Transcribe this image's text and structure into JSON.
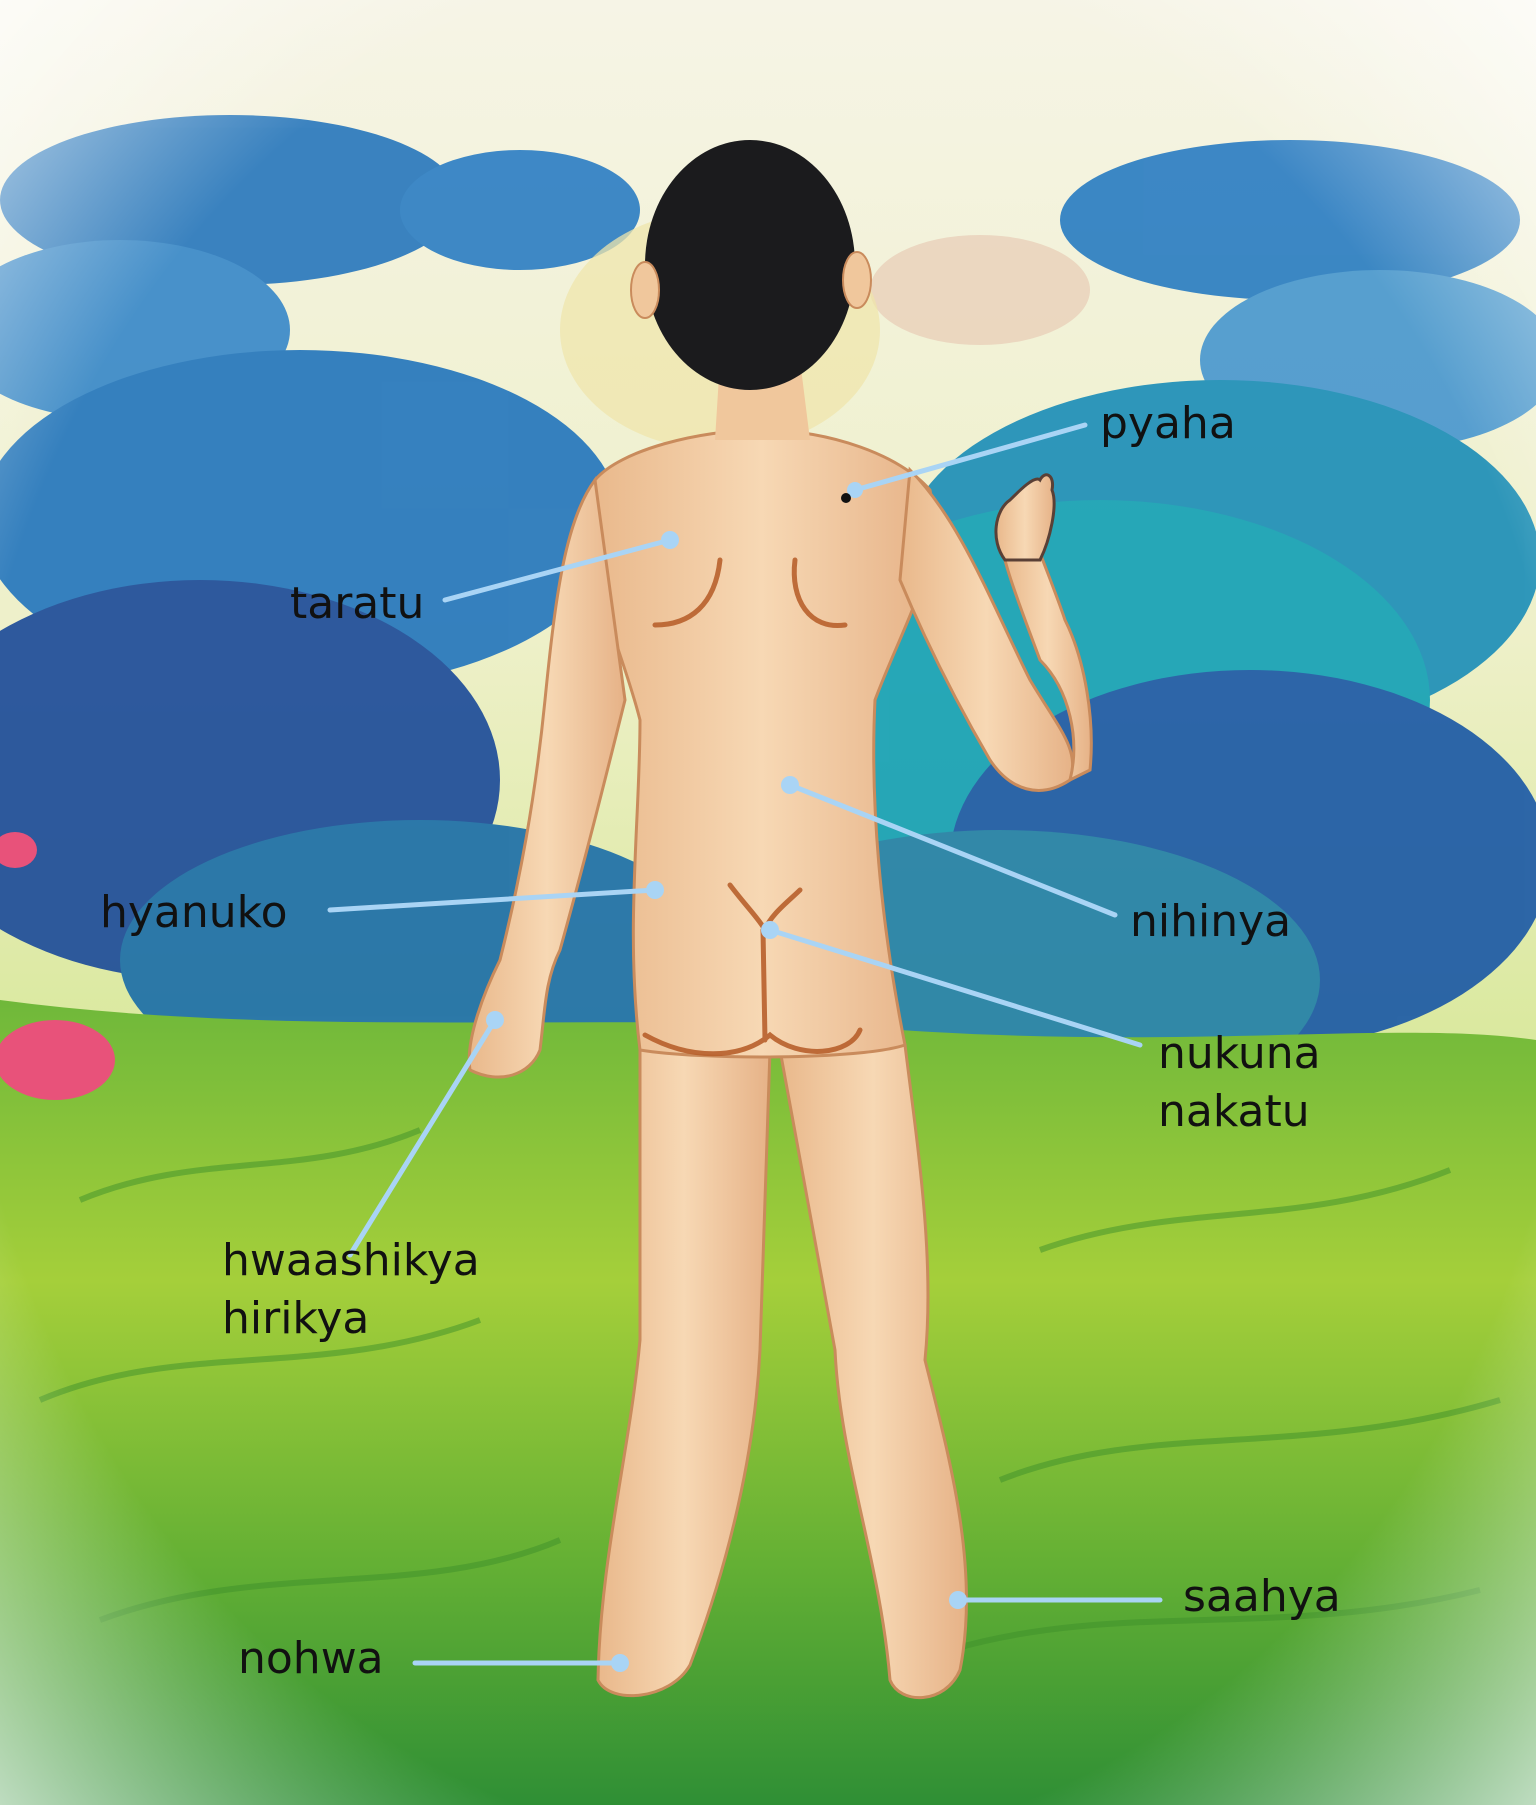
{
  "diagram": {
    "colors": {
      "leader_line": "#a9d4f5",
      "skin": "#f2c9a0",
      "skin_shade": "#cf8a55",
      "hair": "#1b1b1d",
      "sky": "#f3efcf",
      "tree_blue": "#2c7ec2",
      "tree_teal": "#1fa3b5",
      "grass_light": "#a9cf3a",
      "grass_dark": "#3f9a2d",
      "flower": "#e8527a"
    },
    "labels": {
      "pyaha": "pyaha",
      "taratu": "taratu",
      "nihinya": "nihinya",
      "hyanuko": "hyanuko",
      "nukuna_line1": "nukuna",
      "nukuna_line2": "nakatu",
      "hwaashikya_line1": "hwaashikya",
      "hwaashikya_line2": "hirikya",
      "saahya": "saahya",
      "nohwa": "nohwa"
    }
  }
}
